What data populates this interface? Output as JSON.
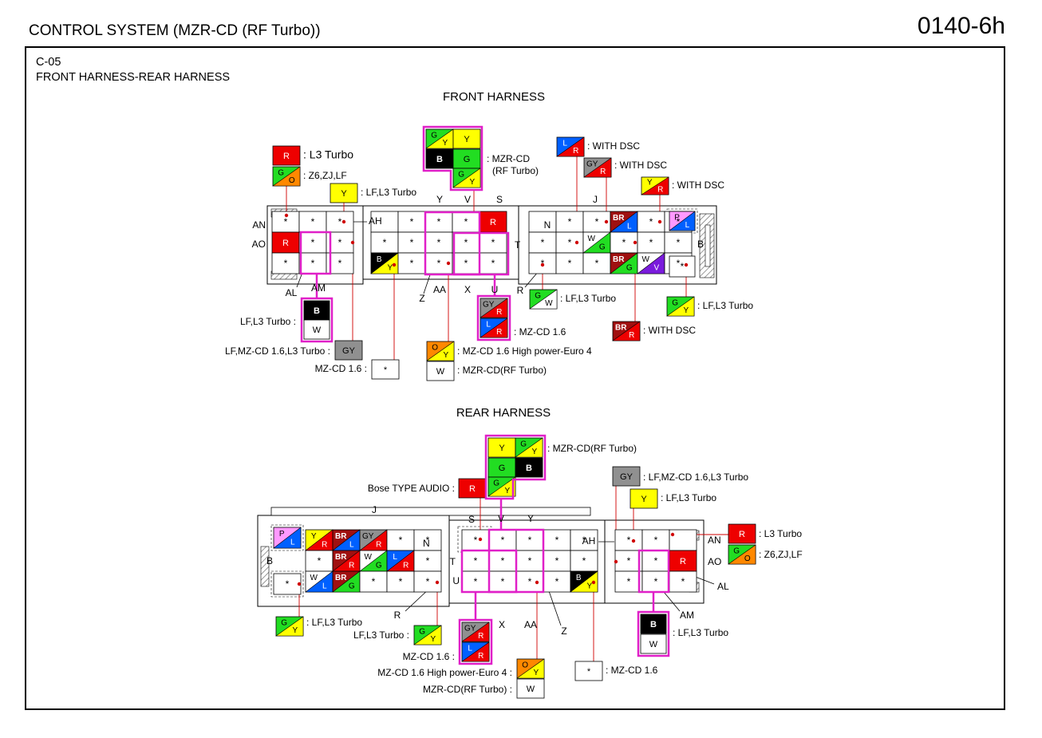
{
  "header": {
    "title": "CONTROL SYSTEM (MZR-CD (RF Turbo))",
    "code": "0140-6h"
  },
  "connector": {
    "id": "C-05",
    "name": "FRONT HARNESS-REAR HARNESS"
  },
  "colors": {
    "R": "#ee0000",
    "G": "#22dd22",
    "Y": "#ffff00",
    "B": "#000000",
    "L": "#0060ff",
    "W": "#ffffff",
    "O": "#ff8800",
    "GY": "#909090",
    "BR": "#a01010",
    "P": "#ff99ff",
    "V": "#7a1bdc",
    "outline": "#e020c8"
  },
  "front": {
    "title": "FRONT HARNESS",
    "pins": [
      {
        "t": "*"
      },
      {
        "t": "*"
      },
      {
        "t": "*"
      },
      {
        "t": "*"
      },
      {
        "t": "*"
      },
      {
        "t": "*"
      },
      {
        "t": "*"
      },
      {
        "t": "*"
      },
      {
        "t": "*"
      },
      {
        "t": "*"
      },
      {
        "t": "*"
      },
      {
        "t": "*"
      },
      {
        "t": "*"
      },
      {
        "t": "*"
      },
      {
        "t": "*"
      },
      {
        "t": "*"
      },
      {
        "t": "*"
      },
      {
        "t": "*"
      },
      {
        "t": "*"
      },
      {
        "t": "*"
      },
      {
        "t": "*"
      },
      {
        "t": "*"
      },
      {
        "t": "*"
      },
      {
        "t": "*"
      },
      {
        "t": "*"
      },
      {
        "t": "*"
      },
      {
        "t": "*"
      },
      {
        "t": "*"
      },
      {
        "t": "*"
      },
      {
        "t": "*"
      },
      {
        "t": "*"
      }
    ],
    "pin_labels": [
      "AN",
      "AO",
      "AH",
      "AL",
      "AM",
      "Y",
      "V",
      "S",
      "T",
      "Z",
      "AA",
      "X",
      "U",
      "J",
      "N",
      "R",
      "B"
    ],
    "solid_pins": [
      {
        "c1": "R",
        "c2": "",
        "t1": "R",
        "t2": ""
      }
    ],
    "split_pins": [
      {
        "c1": "B",
        "c2": "Y",
        "t1": "B",
        "t2": "Y"
      },
      {
        "c1": "BR",
        "c2": "L",
        "t1": "BR",
        "t2": "L"
      },
      {
        "c1": "W",
        "c2": "G",
        "t1": "W",
        "t2": "G"
      },
      {
        "c1": "BR",
        "c2": "G",
        "t1": "BR",
        "t2": "G"
      },
      {
        "c1": "W",
        "c2": "V",
        "t1": "W",
        "t2": "V"
      },
      {
        "c1": "P",
        "c2": "L",
        "t1": "P",
        "t2": "L"
      }
    ],
    "callouts": [
      {
        "c1": "R",
        "c2": "",
        "t1": "R",
        "t2": "",
        "label": ": L3 Turbo"
      },
      {
        "c1": "G",
        "c2": "O",
        "t1": "G",
        "t2": "O",
        "label": ": Z6,ZJ,LF"
      },
      {
        "c1": "Y",
        "c2": "",
        "t1": "Y",
        "t2": "",
        "label": ": LF,L3 Turbo"
      },
      {
        "c1": "G",
        "c2": "Y",
        "t1": "G",
        "t2": "Y",
        "label": ""
      },
      {
        "c1": "Y",
        "c2": "",
        "t1": "Y",
        "t2": "",
        "label": ""
      },
      {
        "c1": "B",
        "c2": "",
        "t1": "B",
        "t2": "",
        "label": ""
      },
      {
        "c1": "G",
        "c2": "",
        "t1": "G",
        "t2": "",
        "label": ": MZR-CD"
      },
      {
        "c1": "G",
        "c2": "Y",
        "t1": "G",
        "t2": "Y",
        "label": "(RF Turbo)"
      },
      {
        "c1": "L",
        "c2": "R",
        "t1": "L",
        "t2": "R",
        "label": ": WITH DSC"
      },
      {
        "c1": "GY",
        "c2": "R",
        "t1": "GY",
        "t2": "R",
        "label": ": WITH DSC"
      },
      {
        "c1": "Y",
        "c2": "R",
        "t1": "Y",
        "t2": "R",
        "label": ": WITH DSC"
      },
      {
        "c1": "B",
        "c2": "",
        "t1": "B",
        "t2": "",
        "label": ""
      },
      {
        "c1": "W",
        "c2": "",
        "t1": "W",
        "t2": "",
        "label": "LF,L3 Turbo :"
      },
      {
        "c1": "GY",
        "c2": "",
        "t1": "GY",
        "t2": "",
        "label": "LF,MZ-CD 1.6,L3 Turbo :"
      },
      {
        "c1": "W",
        "c2": "",
        "t1": "*",
        "t2": "",
        "label": "MZ-CD 1.6 :"
      },
      {
        "c1": "GY",
        "c2": "R",
        "t1": "GY",
        "t2": "R",
        "label": ""
      },
      {
        "c1": "L",
        "c2": "R",
        "t1": "L",
        "t2": "R",
        "label": ": MZ-CD 1.6"
      },
      {
        "c1": "O",
        "c2": "Y",
        "t1": "O",
        "t2": "Y",
        "label": ": MZ-CD 1.6 High power-Euro 4"
      },
      {
        "c1": "W",
        "c2": "",
        "t1": "W",
        "t2": "",
        "label": ": MZR-CD(RF Turbo)"
      },
      {
        "c1": "G",
        "c2": "W",
        "t1": "G",
        "t2": "W",
        "label": ": LF,L3 Turbo"
      },
      {
        "c1": "G",
        "c2": "Y",
        "t1": "G",
        "t2": "Y",
        "label": ": LF,L3 Turbo"
      },
      {
        "c1": "BR",
        "c2": "R",
        "t1": "BR",
        "t2": "R",
        "label": ": WITH DSC"
      }
    ]
  },
  "rear": {
    "title": "REAR HARNESS",
    "pins": [
      {
        "t": "*"
      },
      {
        "t": "*"
      },
      {
        "t": "*"
      },
      {
        "t": "*"
      },
      {
        "t": "*"
      },
      {
        "t": "*"
      },
      {
        "t": "*"
      },
      {
        "t": "*"
      },
      {
        "t": "*"
      },
      {
        "t": "*"
      },
      {
        "t": "*"
      },
      {
        "t": "*"
      },
      {
        "t": "*"
      },
      {
        "t": "*"
      },
      {
        "t": "*"
      },
      {
        "t": "*"
      },
      {
        "t": "*"
      },
      {
        "t": "*"
      },
      {
        "t": "*"
      },
      {
        "t": "*"
      },
      {
        "t": "*"
      },
      {
        "t": "*"
      },
      {
        "t": "*"
      },
      {
        "t": "*"
      },
      {
        "t": "*"
      },
      {
        "t": "*"
      },
      {
        "t": "*"
      },
      {
        "t": "*"
      },
      {
        "t": "*"
      },
      {
        "t": "*"
      },
      {
        "t": "*"
      }
    ],
    "pin_labels": [
      "J",
      "S",
      "V",
      "Y",
      "N",
      "B",
      "T",
      "U",
      "AH",
      "AN",
      "AO",
      "AL",
      "AM",
      "R",
      "X",
      "AA",
      "Z"
    ],
    "solid_pins": [
      {
        "c1": "R",
        "c2": "",
        "t1": "R",
        "t2": ""
      }
    ],
    "split_pins": [
      {
        "c1": "P",
        "c2": "L",
        "t1": "P",
        "t2": "L"
      },
      {
        "c1": "Y",
        "c2": "R",
        "t1": "Y",
        "t2": "R"
      },
      {
        "c1": "BR",
        "c2": "L",
        "t1": "BR",
        "t2": "L"
      },
      {
        "c1": "GY",
        "c2": "R",
        "t1": "GY",
        "t2": "R"
      },
      {
        "c1": "BR",
        "c2": "R",
        "t1": "BR",
        "t2": "R"
      },
      {
        "c1": "W",
        "c2": "G",
        "t1": "W",
        "t2": "G"
      },
      {
        "c1": "L",
        "c2": "R",
        "t1": "L",
        "t2": "R"
      },
      {
        "c1": "W",
        "c2": "L",
        "t1": "W",
        "t2": "L"
      },
      {
        "c1": "BR",
        "c2": "G",
        "t1": "BR",
        "t2": "G"
      },
      {
        "c1": "B",
        "c2": "Y",
        "t1": "B",
        "t2": "Y"
      }
    ],
    "callouts": [
      {
        "c1": "Y",
        "c2": "",
        "t1": "Y",
        "t2": "",
        "label": ""
      },
      {
        "c1": "G",
        "c2": "Y",
        "t1": "G",
        "t2": "Y",
        "label": ": MZR-CD(RF Turbo)"
      },
      {
        "c1": "G",
        "c2": "",
        "t1": "G",
        "t2": "",
        "label": ""
      },
      {
        "c1": "B",
        "c2": "",
        "t1": "B",
        "t2": "",
        "label": ""
      },
      {
        "c1": "R",
        "c2": "",
        "t1": "R",
        "t2": "",
        "label": "Bose TYPE AUDIO :"
      },
      {
        "c1": "G",
        "c2": "Y",
        "t1": "G",
        "t2": "Y",
        "label": ""
      },
      {
        "c1": "GY",
        "c2": "",
        "t1": "GY",
        "t2": "",
        "label": ": LF,MZ-CD 1.6,L3 Turbo"
      },
      {
        "c1": "Y",
        "c2": "",
        "t1": "Y",
        "t2": "",
        "label": ": LF,L3 Turbo"
      },
      {
        "c1": "R",
        "c2": "",
        "t1": "R",
        "t2": "",
        "label": ": L3 Turbo"
      },
      {
        "c1": "G",
        "c2": "O",
        "t1": "G",
        "t2": "O",
        "label": ": Z6,ZJ,LF"
      },
      {
        "c1": "B",
        "c2": "",
        "t1": "B",
        "t2": "",
        "label": ""
      },
      {
        "c1": "W",
        "c2": "",
        "t1": "W",
        "t2": "",
        "label": ": LF,L3 Turbo"
      },
      {
        "c1": "G",
        "c2": "Y",
        "t1": "G",
        "t2": "Y",
        "label": ": LF,L3 Turbo"
      },
      {
        "c1": "G",
        "c2": "Y",
        "t1": "G",
        "t2": "Y",
        "label": "LF,L3 Turbo :"
      },
      {
        "c1": "GY",
        "c2": "R",
        "t1": "GY",
        "t2": "R",
        "label": ""
      },
      {
        "c1": "L",
        "c2": "R",
        "t1": "L",
        "t2": "R",
        "label": "MZ-CD 1.6 :"
      },
      {
        "c1": "O",
        "c2": "Y",
        "t1": "O",
        "t2": "Y",
        "label": "MZ-CD 1.6 High power-Euro 4 :"
      },
      {
        "c1": "W",
        "c2": "",
        "t1": "W",
        "t2": "",
        "label": "MZR-CD(RF Turbo) :"
      },
      {
        "c1": "W",
        "c2": "",
        "t1": "*",
        "t2": "",
        "label": ": MZ-CD 1.6"
      }
    ]
  }
}
